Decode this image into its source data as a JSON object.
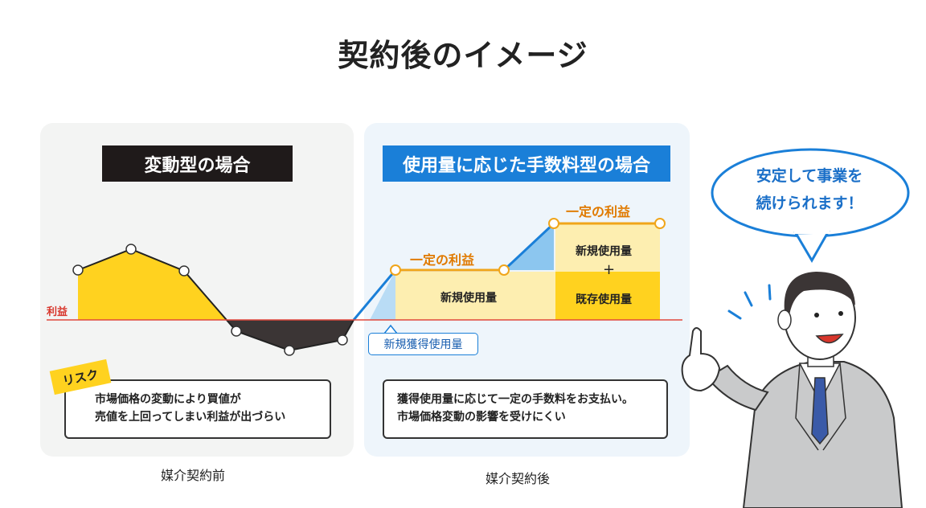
{
  "title": "契約後のイメージ",
  "left_panel": {
    "heading": "変動型の場合",
    "baseline_label": "利益",
    "risk_tag": "リスク",
    "note_line1": "市場価格の変動により買値が",
    "note_line2": "売値を上回ってしまい利益が出づらい",
    "caption": "媒介契約前"
  },
  "right_panel": {
    "heading": "使用量に応じた手数料型の場合",
    "profit_label_1": "一定の利益",
    "profit_label_2": "一定の利益",
    "block_new_1": "新規使用量",
    "block_new_2": "新規使用量",
    "plus": "+",
    "block_existing": "既存使用量",
    "new_acquired_tag": "新規獲得使用量",
    "note_line1": "獲得使用量に応じて一定の手数料をお支払い。",
    "note_line2": "市場価格変動の影響を受けにくい",
    "caption": "媒介契約後"
  },
  "speech_bubble": {
    "line1": "安定して事業を",
    "line2": "続けられます！"
  },
  "colors": {
    "yellow": "#ffd21f",
    "light_yellow": "#fdeeb0",
    "dark_area": "#3b3535",
    "blue": "#1a7fd8",
    "orange": "#f0a51a",
    "red_line": "#e0483c"
  }
}
